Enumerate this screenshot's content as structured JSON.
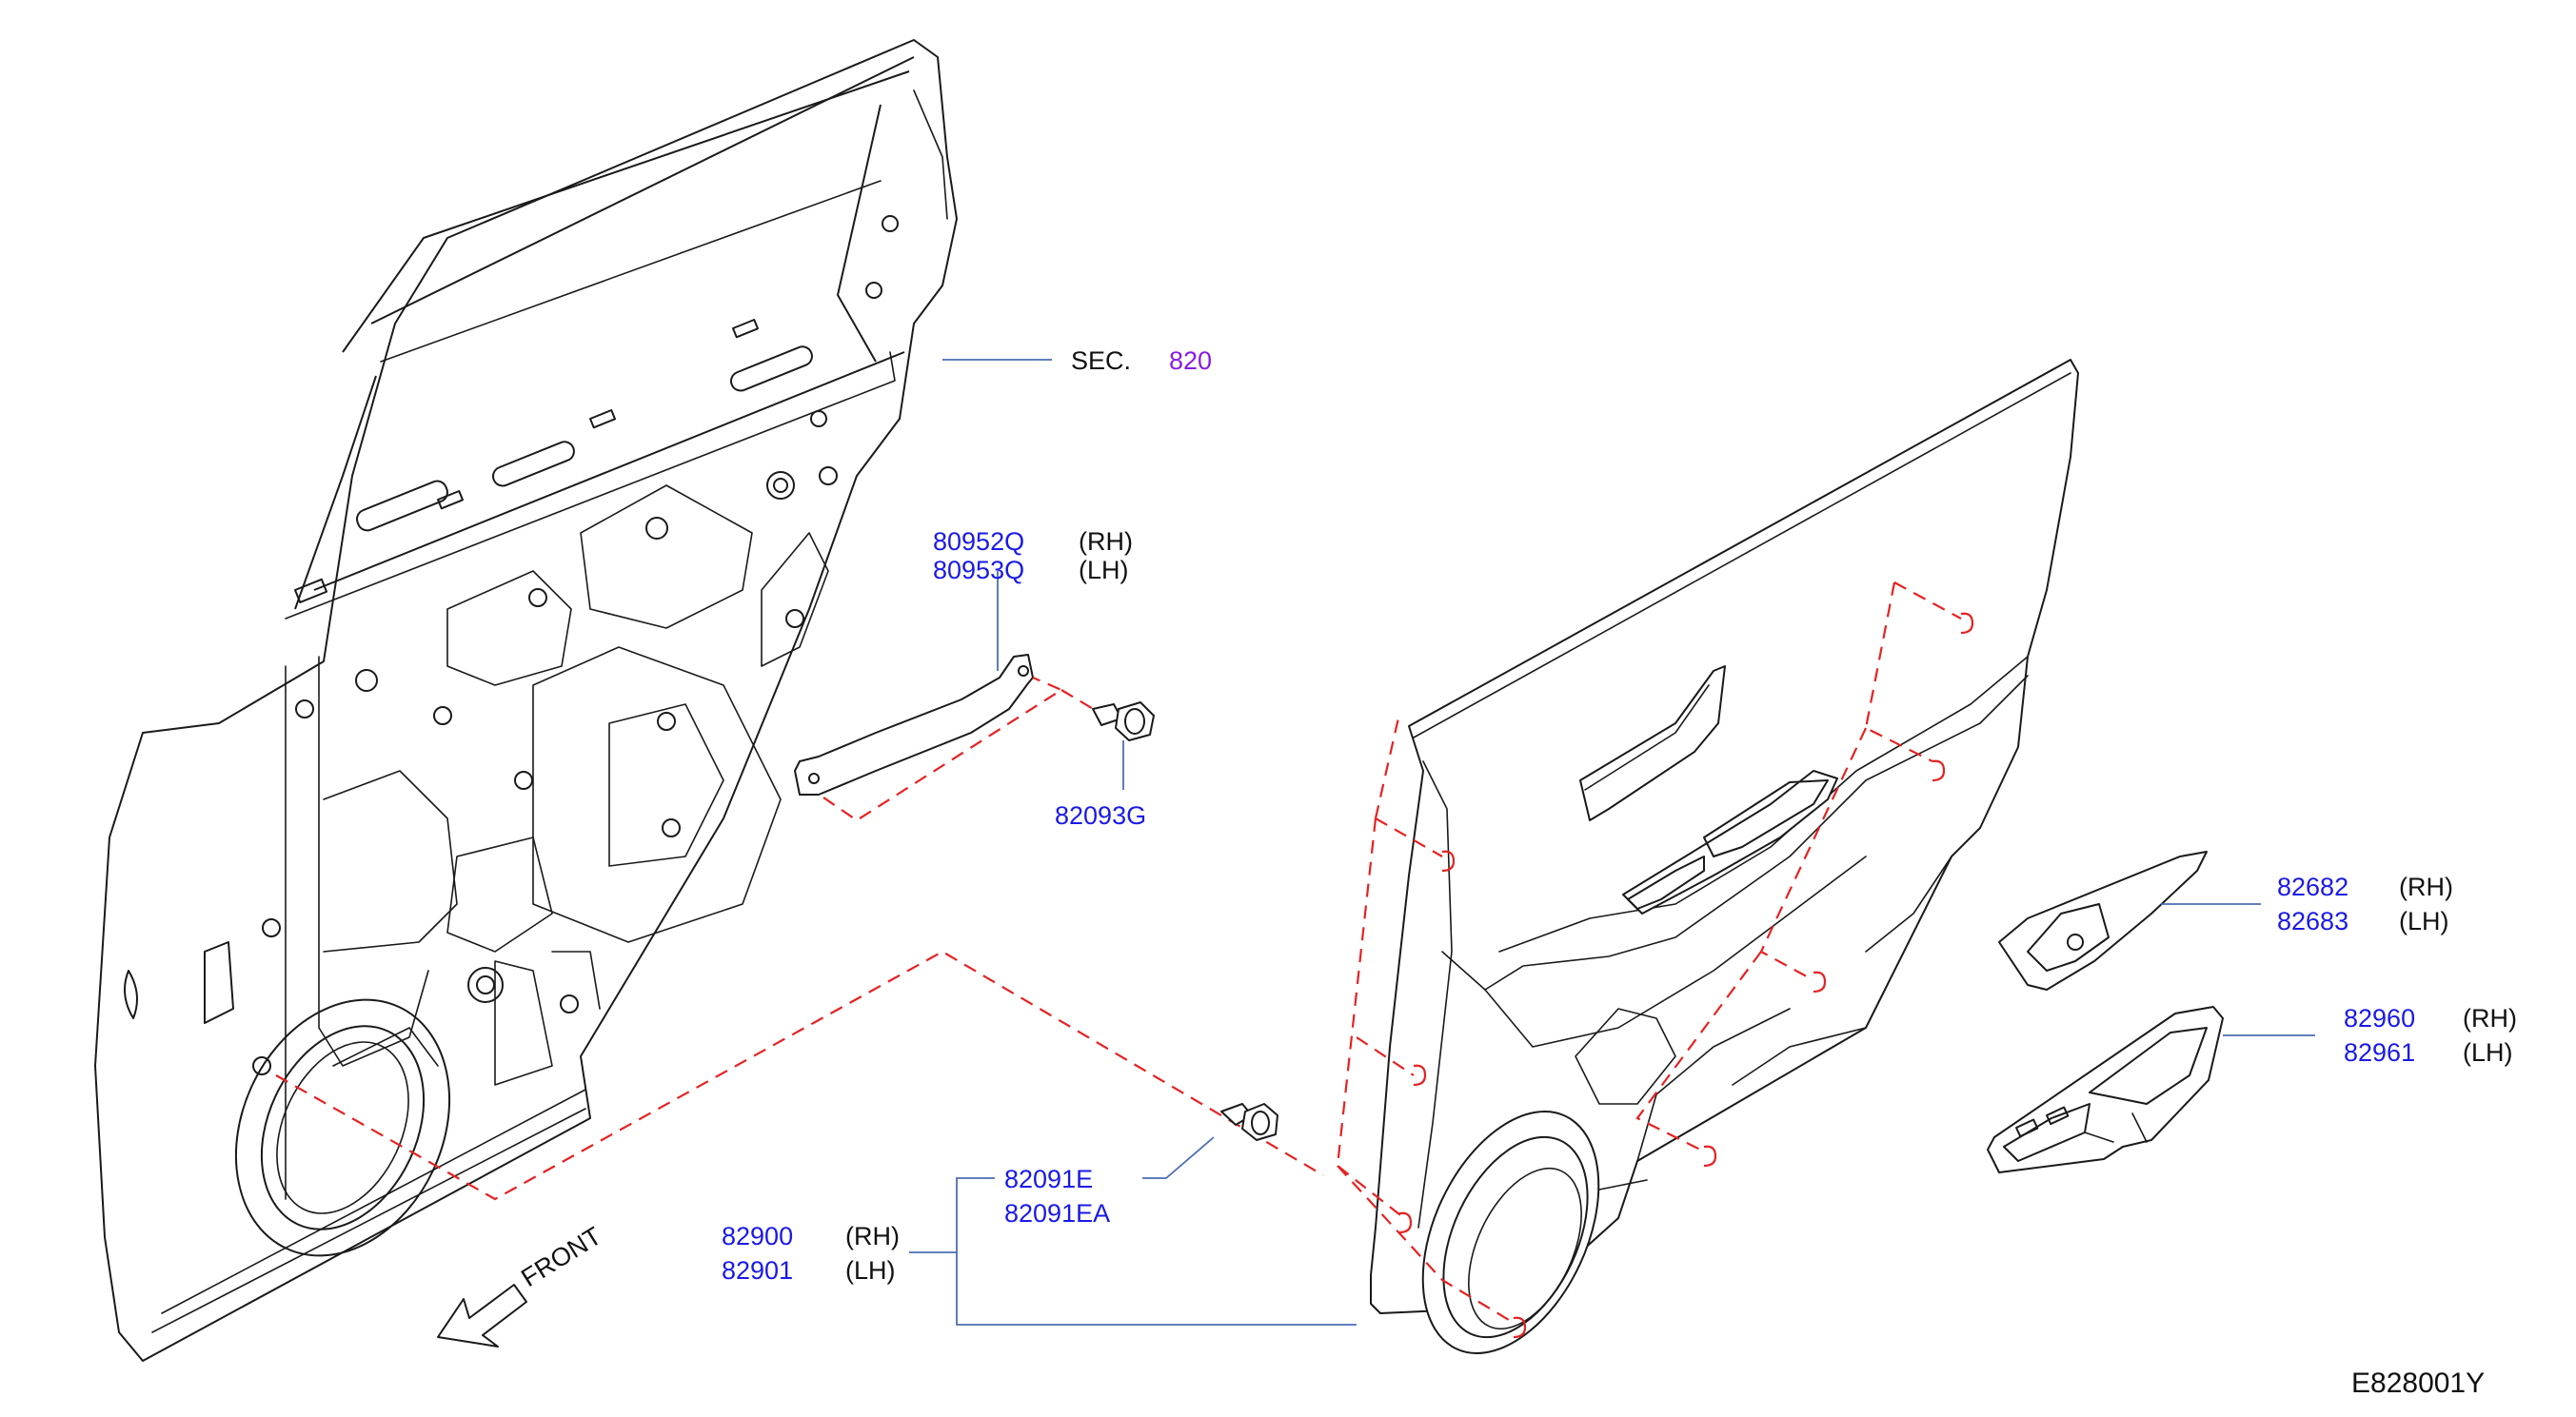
{
  "figure_id": "E828001Y",
  "section_ref": {
    "prefix": "SEC.",
    "number": "820",
    "number_color": "#8a1ae6"
  },
  "front_indicator": "FRONT",
  "colors": {
    "part_number": "#1a1ae6",
    "leader": "#4a6fb0",
    "assembly_dashes": "#e52222",
    "line_art": "#1a1a1a"
  },
  "callouts": {
    "bracket": [
      {
        "part": "80952Q",
        "side": "(RH)"
      },
      {
        "part": "80953Q",
        "side": "(LH)"
      }
    ],
    "bolt": {
      "part": "82093G"
    },
    "clip": [
      {
        "part": "82091E"
      },
      {
        "part": "82091EA"
      }
    ],
    "trim": [
      {
        "part": "82900",
        "side": "(RH)"
      },
      {
        "part": "82901",
        "side": "(LH)"
      }
    ],
    "finisher": [
      {
        "part": "82682",
        "side": "(RH)"
      },
      {
        "part": "82683",
        "side": "(LH)"
      }
    ],
    "switch_panel": [
      {
        "part": "82960",
        "side": "(RH)"
      },
      {
        "part": "82961",
        "side": "(LH)"
      }
    ]
  }
}
